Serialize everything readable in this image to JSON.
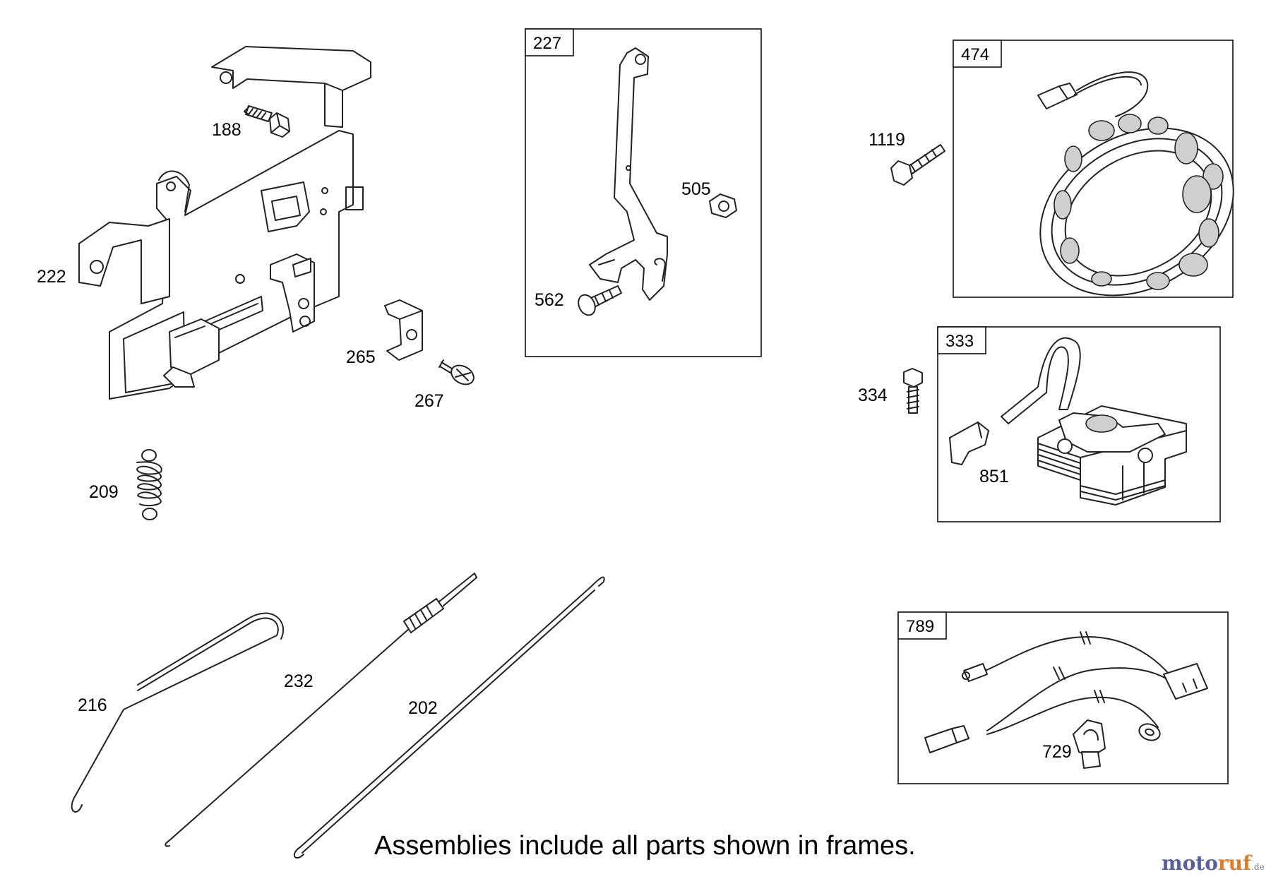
{
  "parts": {
    "p188": "188",
    "p222": "222",
    "p209": "209",
    "p265": "265",
    "p267": "267",
    "p505": "505",
    "p562": "562",
    "p1119": "1119",
    "p334": "334",
    "p851": "851",
    "p729": "729",
    "p216": "216",
    "p232": "232",
    "p202": "202"
  },
  "frames": {
    "f227": "227",
    "f474": "474",
    "f333": "333",
    "f789": "789"
  },
  "footnote": "Assemblies include all parts shown in frames.",
  "watermark": {
    "moto": "moto",
    "ruf": "ruf",
    "tld": ".de"
  }
}
